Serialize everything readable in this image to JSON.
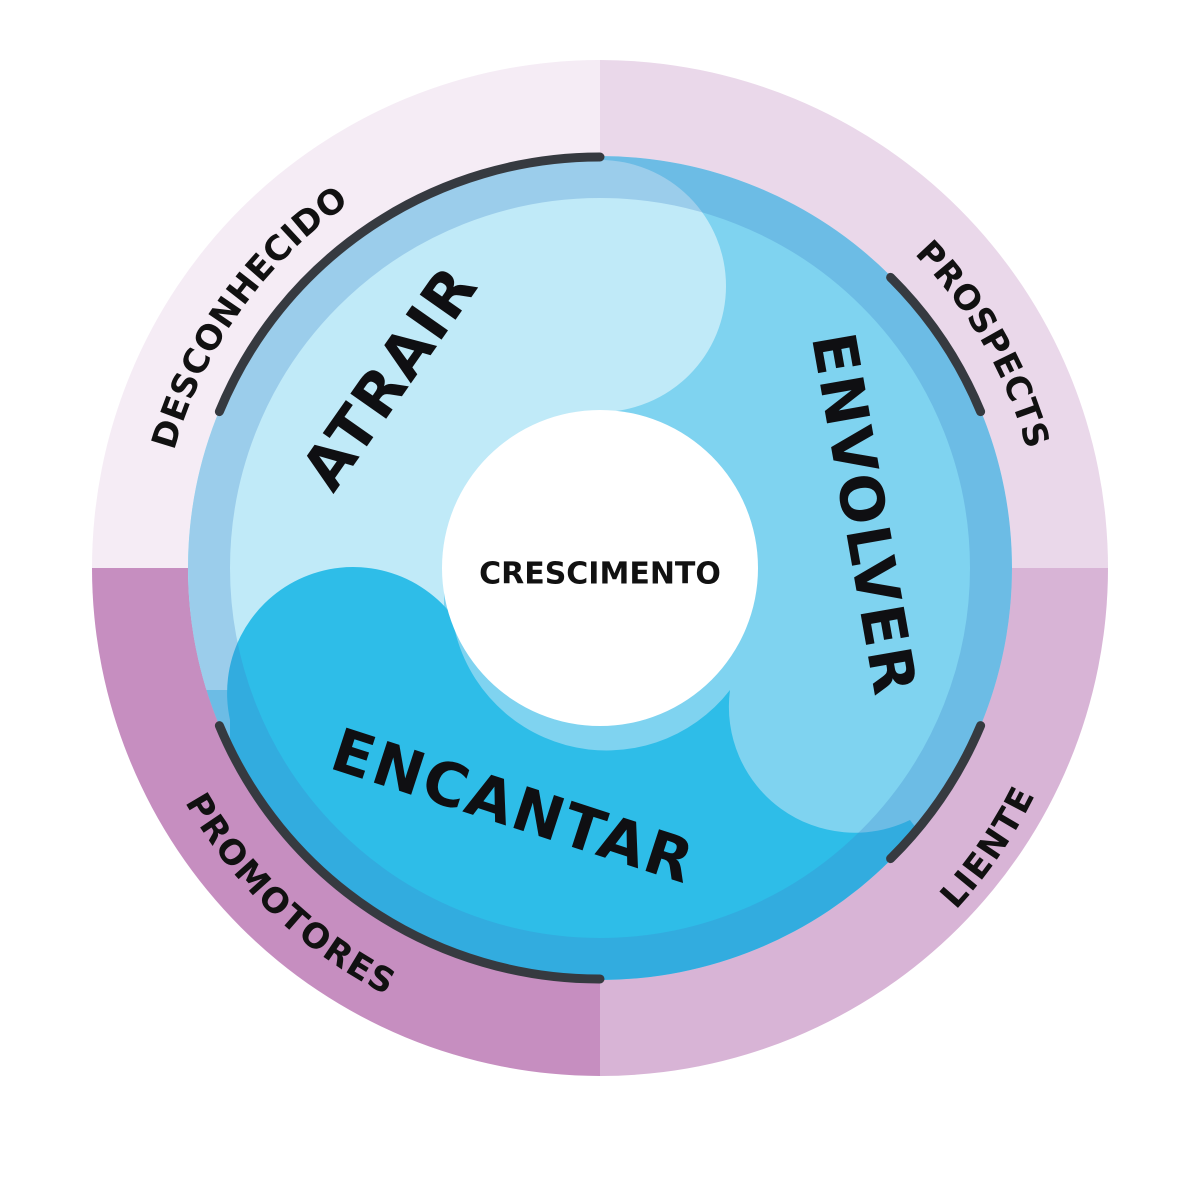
{
  "diagram": {
    "center": {
      "label": "CRESCIMENTO"
    },
    "stages": [
      {
        "id": "atrair",
        "label": "ATRAIR"
      },
      {
        "id": "envolver",
        "label": "ENVOLVER"
      },
      {
        "id": "encantar",
        "label": "ENCANTAR"
      }
    ],
    "audiences": [
      {
        "id": "desconhecidos",
        "label": "DESCONHECIDOS"
      },
      {
        "id": "prospects",
        "label": "PROSPECTS"
      },
      {
        "id": "clientes",
        "label": "CLIENTES"
      },
      {
        "id": "promotores",
        "label": "PROMOTORES"
      }
    ]
  },
  "colors": {
    "quadrant_top_left": "#f5ecf5",
    "quadrant_top_right": "#ead8ea",
    "quadrant_bottom_right": "#d8b4d6",
    "quadrant_bottom_left": "#c68ec0",
    "wheel_atrair": "#c0eaf8",
    "wheel_envolver": "#7fd3f0",
    "wheel_encantar": "#2ebde8",
    "rim": "rgba(60,130,200,0.28)",
    "arc_stroke": "#363a40",
    "hub": "#ffffff"
  }
}
